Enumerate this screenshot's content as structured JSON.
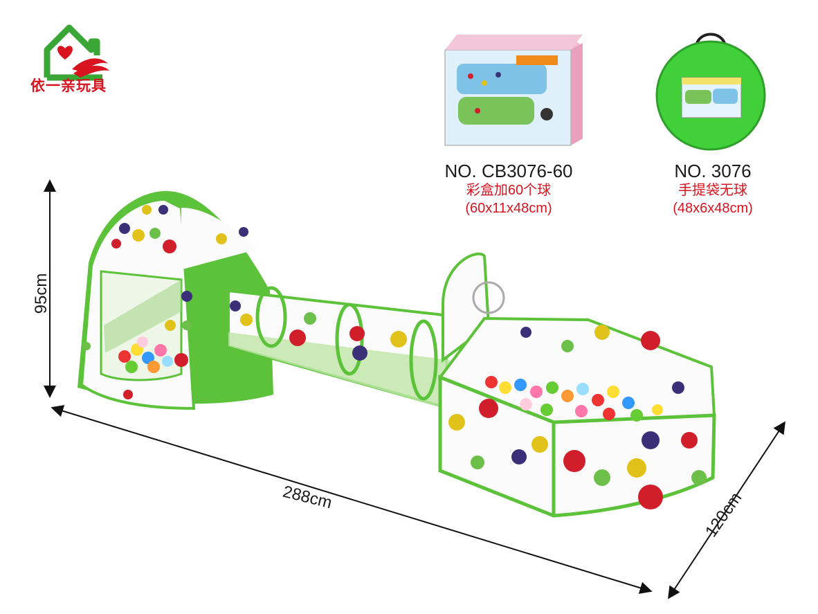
{
  "brand": {
    "name": "依一亲玩具"
  },
  "products": [
    {
      "model": "NO. CB3076-60",
      "desc": "彩盒加60个球",
      "size": "(60x11x48cm)"
    },
    {
      "model": "NO. 3076",
      "desc": "手提袋无球",
      "size": "(48x6x48cm)"
    }
  ],
  "dimensions": {
    "height": "95cm",
    "length": "288cm",
    "width": "120cm"
  },
  "colors": {
    "brand_red": "#d7141f",
    "brand_green": "#3aa635",
    "tent_green": "#5cc23a",
    "dot_red": "#d01f2b",
    "dot_yellow": "#e0c21a",
    "dot_navy": "#3b2f78",
    "dot_green": "#6cc04a"
  },
  "icons": [
    "house-hands-logo-icon",
    "dimension-arrow-icon"
  ]
}
